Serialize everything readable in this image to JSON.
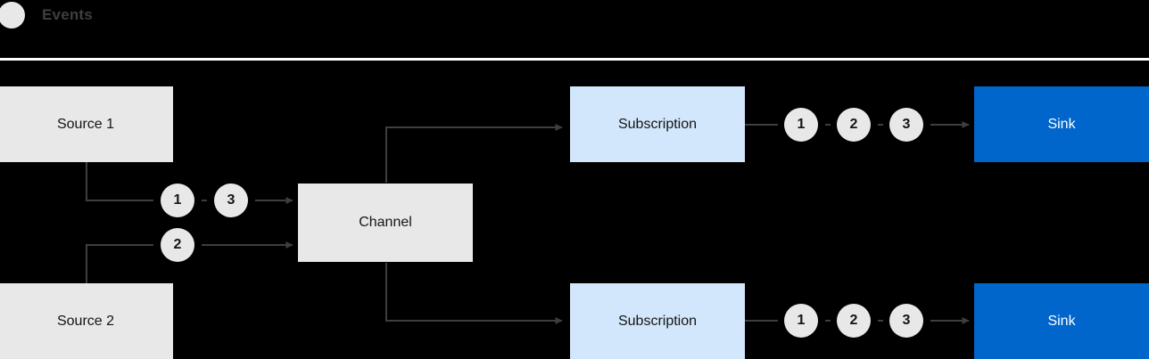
{
  "legend": {
    "marker_icon": "event-dot-icon",
    "label": "Events",
    "marker_color": "#e8e8e8",
    "label_color": "#3c3f42"
  },
  "colors": {
    "background": "#000000",
    "source_box": "#e8e8e8",
    "channel_box": "#e8e8e8",
    "subscription_box": "#d2e7fb",
    "sink_box": "#0066cc",
    "wire": "#3c3f42",
    "divider": "#ffffff"
  },
  "nodes": {
    "source_1": "Source 1",
    "source_2": "Source 2",
    "channel": "Channel",
    "subscription_top": "Subscription",
    "subscription_bottom": "Subscription",
    "sink_top": "Sink",
    "sink_bottom": "Sink"
  },
  "events": {
    "source1_to_channel": [
      "1",
      "3"
    ],
    "source2_to_channel": [
      "2"
    ],
    "subscription_top_to_sink": [
      "1",
      "2",
      "3"
    ],
    "subscription_bottom_to_sink": [
      "1",
      "2",
      "3"
    ]
  }
}
